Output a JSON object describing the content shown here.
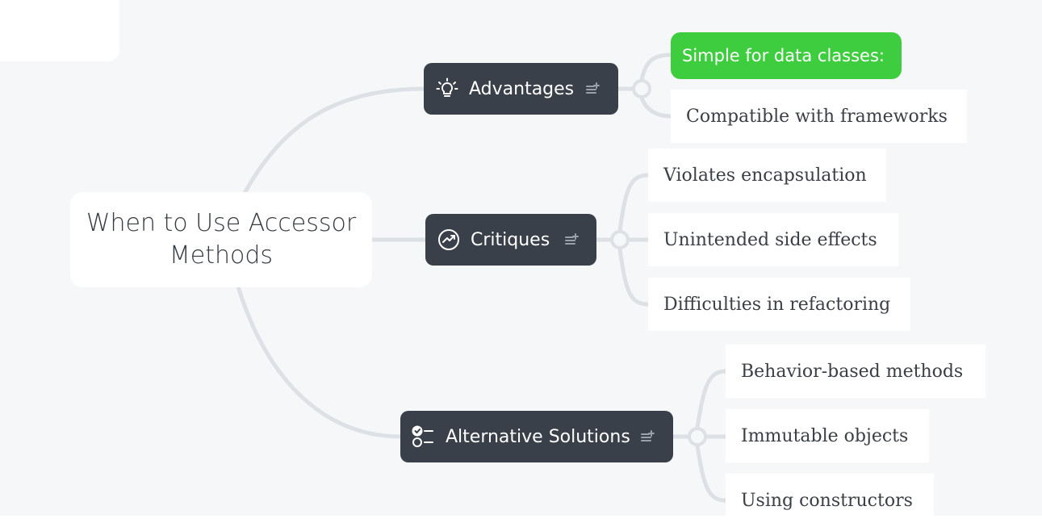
{
  "root": {
    "label": "When to Use Accessor Methods"
  },
  "branches": [
    {
      "label": "Advantages",
      "icon": "lightbulb-icon",
      "leaves": [
        {
          "label": "Simple for data classes:",
          "highlight": "#3ecd3e"
        },
        {
          "label": "Compatible with frameworks"
        }
      ]
    },
    {
      "label": "Critiques",
      "icon": "trend-chart-icon",
      "leaves": [
        {
          "label": "Violates encapsulation"
        },
        {
          "label": "Unintended side effects"
        },
        {
          "label": "Difficulties in refactoring"
        }
      ]
    },
    {
      "label": "Alternative Solutions",
      "icon": "checklist-icon",
      "leaves": [
        {
          "label": "Behavior-based methods"
        },
        {
          "label": "Immutable objects"
        },
        {
          "label": "Using constructors"
        }
      ]
    }
  ],
  "colors": {
    "canvas": "#f5f7f9",
    "branch_fill": "#3a4049",
    "connector": "#dde1e5",
    "highlight": "#3ecd3e"
  }
}
